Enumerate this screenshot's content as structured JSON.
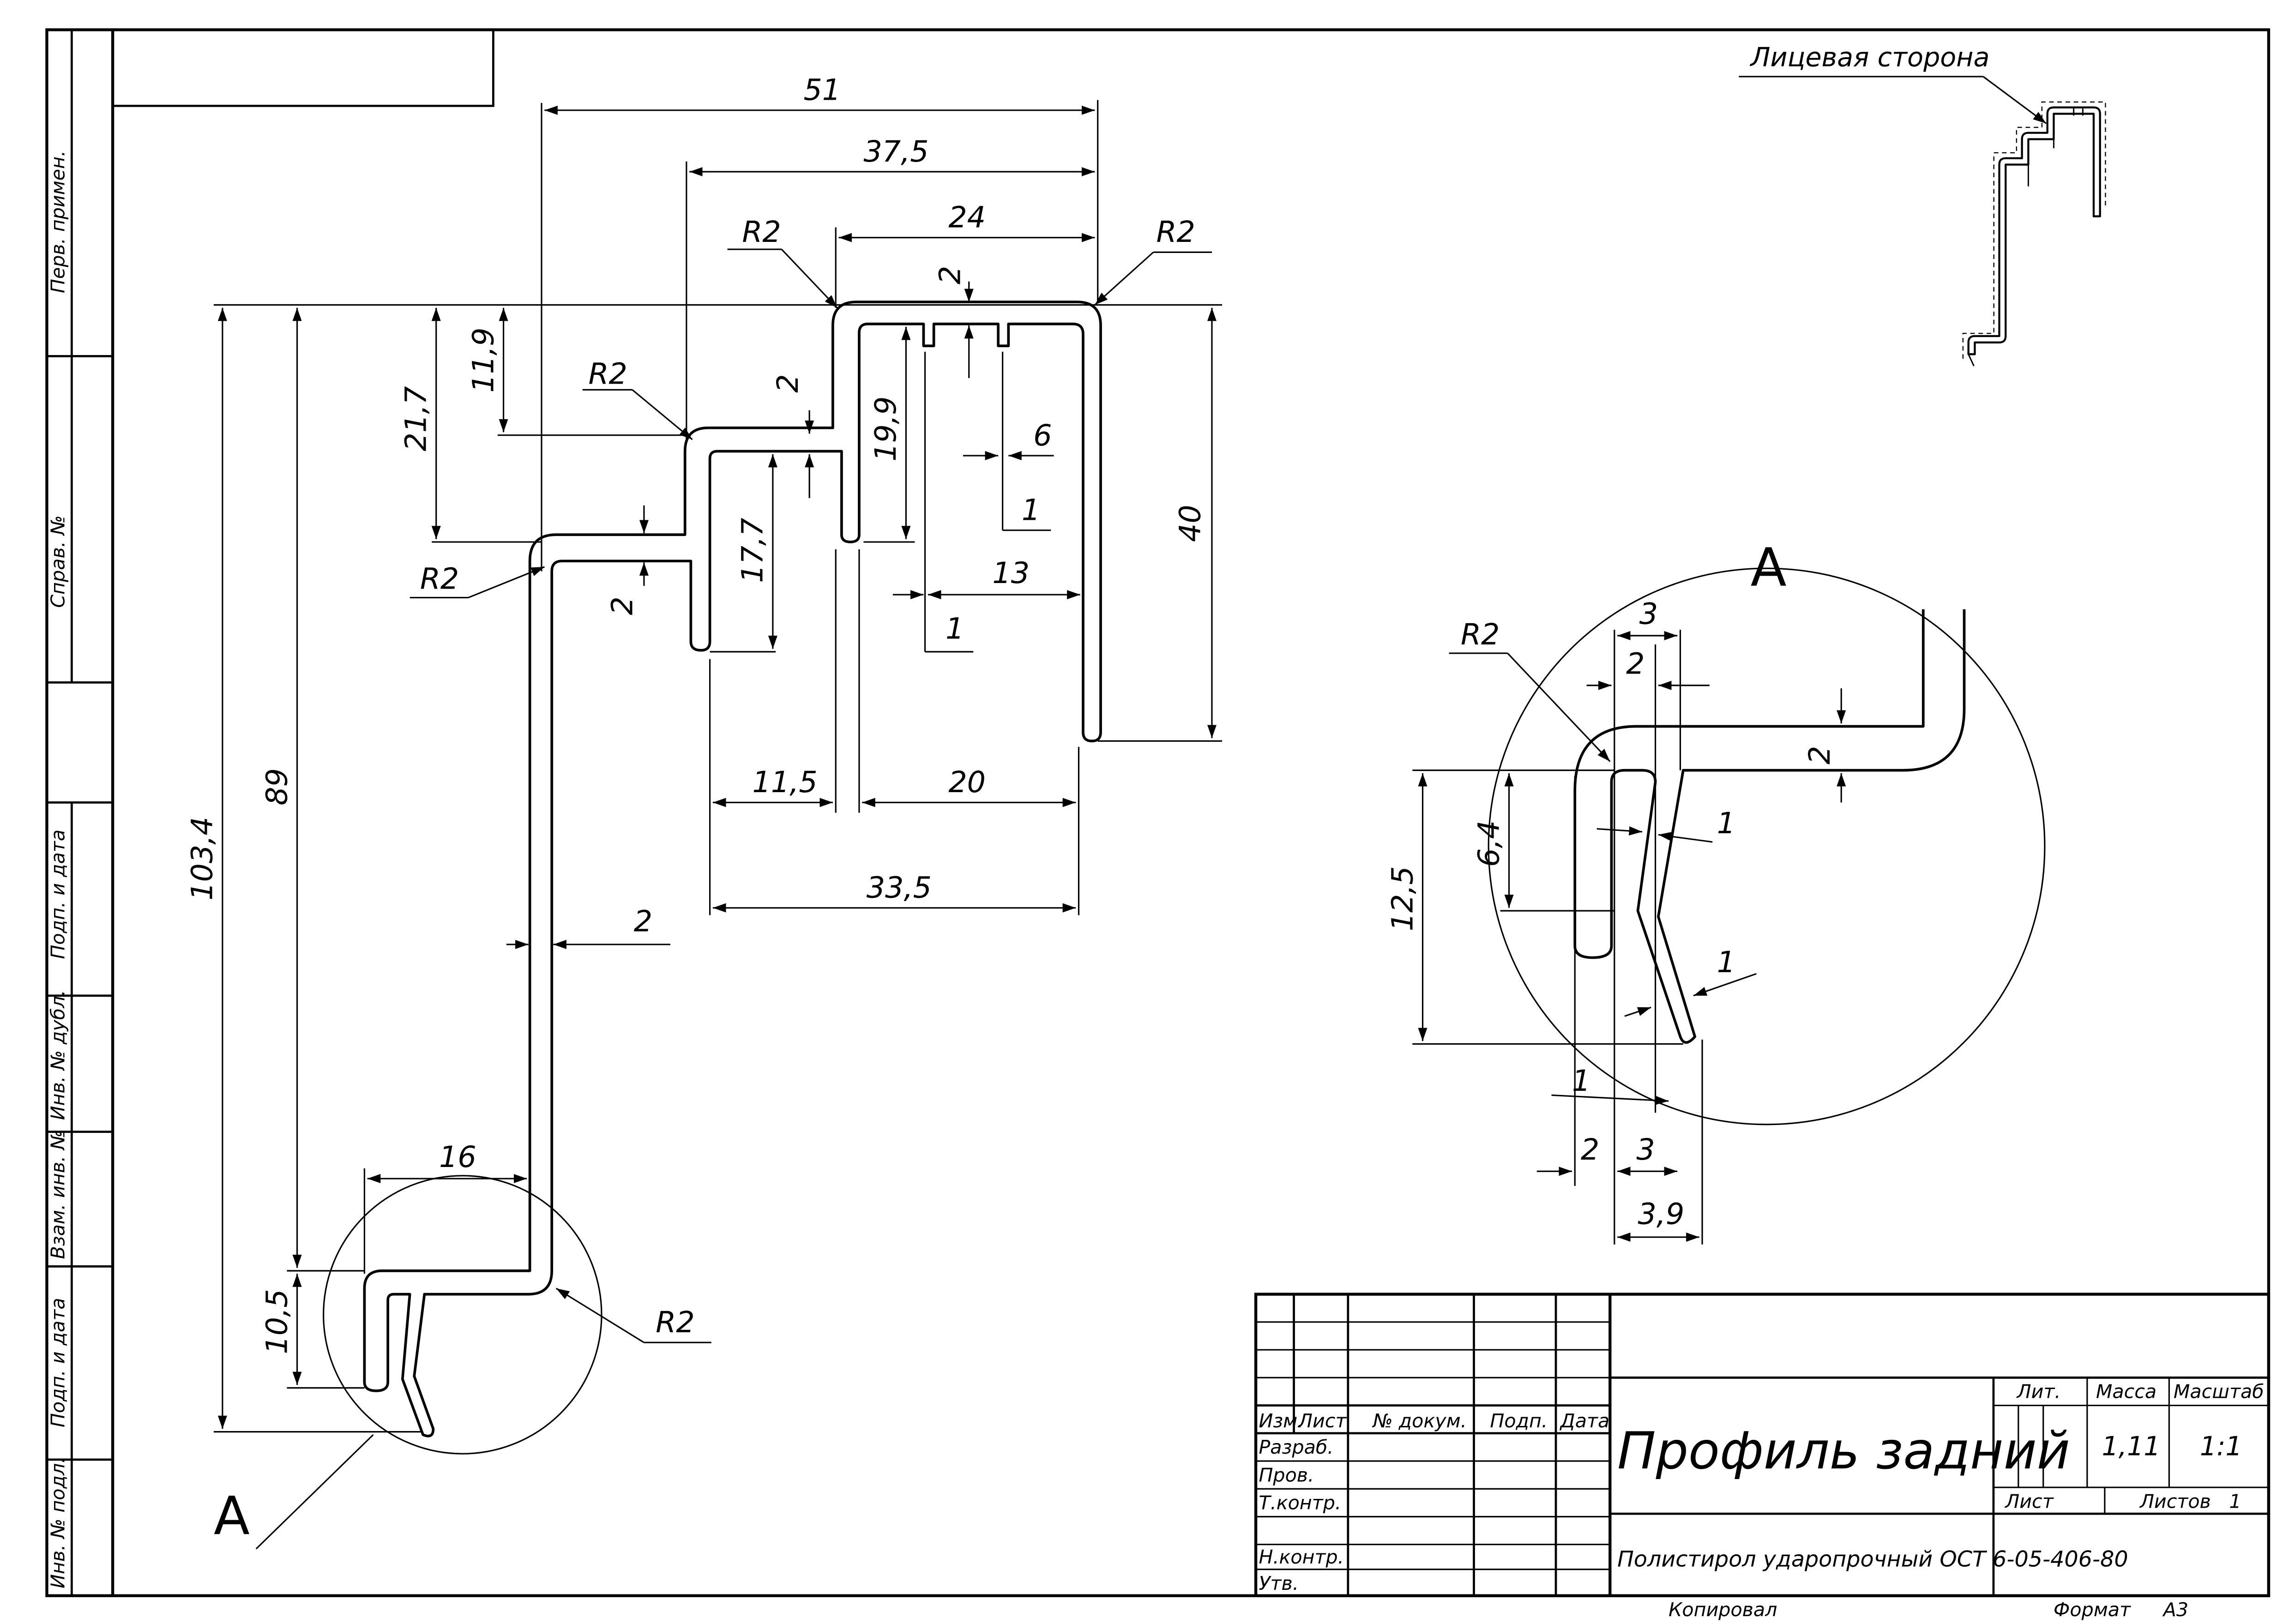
{
  "drawing": {
    "side_labels": [
      "Перв. примен.",
      "Справ. №",
      "Подп. и дата",
      "Инв. № дубл.",
      "Взам. инв. №",
      "Подп. и дата",
      "Инв. № подл."
    ],
    "face_side_label": "Лицевая сторона",
    "view_label": "А",
    "detail_label": "А",
    "dims_main": {
      "d51": "51",
      "d37_5": "37,5",
      "d24": "24",
      "d2_a": "2",
      "d2_b": "2",
      "d2_c": "2",
      "d2_d": "2",
      "d11_9": "11,9",
      "d21_7": "21,7",
      "d19_9": "19,9",
      "d17_7": "17,7",
      "d6": "6",
      "d1_a": "1",
      "d1_b": "1",
      "d13": "13",
      "d40": "40",
      "d11_5": "11,5",
      "d20": "20",
      "d33_5": "33,5",
      "d103_4": "103,4",
      "d89": "89",
      "d10_5": "10,5",
      "d16": "16",
      "r_1": "R2",
      "r_2": "R2",
      "r_3": "R2",
      "r_4": "R2",
      "r_5": "R2"
    },
    "dims_detail": {
      "r": "R2",
      "d3_top": "3",
      "d2_top": "2",
      "d2_right": "2",
      "d6_4": "6,4",
      "d12_5": "12,5",
      "d1_a": "1",
      "d1_b": "1",
      "d1_c": "1",
      "d2_bottom": "2",
      "d3_bottom": "3",
      "d3_9": "3,9"
    }
  },
  "title_block": {
    "title": "Профиль задний",
    "material": "Полистирол ударопрочный ОСТ 6-05-406-80",
    "col_izm": "Изм.",
    "col_list": "Лист",
    "col_doc": "№ докум.",
    "col_sign": "Подп.",
    "col_date": "Дата",
    "row_razrab": "Разраб.",
    "row_prov": "Пров.",
    "row_tkontr": "Т.контр.",
    "row_nkontr": "Н.контр.",
    "row_utv": "Утв.",
    "lit_label": "Лит.",
    "mass_label": "Масса",
    "scale_label": "Масштаб",
    "mass_value": "1,11",
    "scale_value": "1:1",
    "sheet_label": "Лист",
    "sheets_label": "Листов",
    "sheets_value": "1"
  },
  "footer": {
    "copied": "Копировал",
    "format_label": "Формат",
    "format_value": "А3"
  }
}
